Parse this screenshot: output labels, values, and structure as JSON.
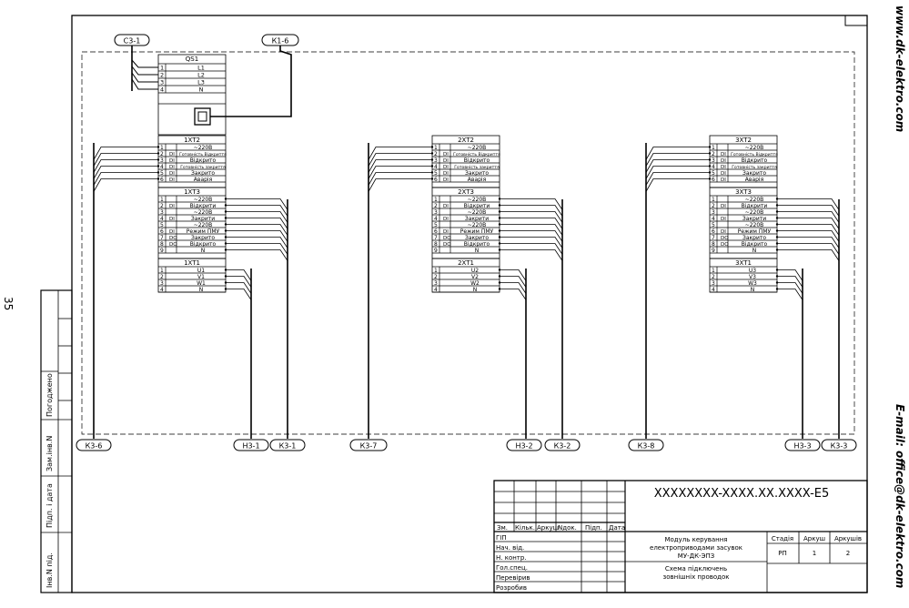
{
  "page_number": "35",
  "website": "www.dk-elektro.com",
  "email": "E-mail: office@dk-elektro.com",
  "connectors_top": {
    "left": "С3-1",
    "right": "К1-6"
  },
  "qs1": {
    "title": "QS1",
    "rows": [
      [
        "1",
        "L1"
      ],
      [
        "2",
        "L2"
      ],
      [
        "3",
        "L3"
      ],
      [
        "4",
        "N"
      ]
    ]
  },
  "units": [
    {
      "xt2_title": "1XT2",
      "xt3_title": "1XT3",
      "xt1_title": "1XT1",
      "xt1_rows": [
        [
          "1",
          "U1"
        ],
        [
          "2",
          "V1"
        ],
        [
          "3",
          "W1"
        ],
        [
          "4",
          "N"
        ]
      ],
      "bottom": [
        "К3-6",
        "Н3-1",
        "К3-1"
      ]
    },
    {
      "xt2_title": "2XT2",
      "xt3_title": "2XT3",
      "xt1_title": "2XT1",
      "xt1_rows": [
        [
          "1",
          "U2"
        ],
        [
          "2",
          "V2"
        ],
        [
          "3",
          "W2"
        ],
        [
          "4",
          "N"
        ]
      ],
      "bottom": [
        "К3-7",
        "Н3-2",
        "К3-2"
      ]
    },
    {
      "xt2_title": "3XT2",
      "xt3_title": "3XT3",
      "xt1_title": "3XT1",
      "xt1_rows": [
        [
          "1",
          "U3"
        ],
        [
          "2",
          "V3"
        ],
        [
          "3",
          "W3"
        ],
        [
          "4",
          "N"
        ]
      ],
      "bottom": [
        "К3-8",
        "Н3-3",
        "К3-3"
      ]
    }
  ],
  "xt2_rows": [
    [
      "1",
      "",
      "~220В"
    ],
    [
      "2",
      "DI",
      "Готовність Відкриття"
    ],
    [
      "3",
      "DI",
      "Відкрито"
    ],
    [
      "4",
      "DI",
      "Готовність закриття"
    ],
    [
      "5",
      "DI",
      "Закрито"
    ],
    [
      "6",
      "DI",
      "Аварія"
    ]
  ],
  "xt3_rows": [
    [
      "1",
      "",
      "~220В"
    ],
    [
      "2",
      "DI",
      "Відкрити"
    ],
    [
      "3",
      "",
      "~220В"
    ],
    [
      "4",
      "DI",
      "Закрити"
    ],
    [
      "5",
      "",
      "~220В"
    ],
    [
      "6",
      "DI",
      "Режим ПМУ"
    ],
    [
      "7",
      "DO",
      "Закрито"
    ],
    [
      "8",
      "DO",
      "Відкрито"
    ],
    [
      "9",
      "",
      "N"
    ]
  ],
  "left_stamp": {
    "pogodzheno": "Погоджено",
    "zam_inv": "Зам.інв.N",
    "pidp_data": "Підп. і дата",
    "inv_pidl": "Інв.N під."
  },
  "title_block": {
    "code": "XXXXXXXX-XXXX.XX.XXXX-E5",
    "headers": [
      "Зм.",
      "Кільк.",
      "Аркуш",
      "Nдок.",
      "Підп.",
      "Дата"
    ],
    "roles": [
      "ГІП",
      "Нач. від.",
      "Н. контр.",
      "Гол.спец.",
      "Перевірив",
      "Розробив"
    ],
    "description": [
      "Модуль керування",
      "електроприводами засувок",
      "МУ-ДК-ЭПЗ"
    ],
    "sheet_title": [
      "Схема підключень",
      "зовнішніх проводок"
    ],
    "stage_label": "Стадія",
    "sheet_label": "Аркуш",
    "sheets_label": "Аркушів",
    "stage": "РП",
    "sheet": "1",
    "sheets": "2"
  }
}
